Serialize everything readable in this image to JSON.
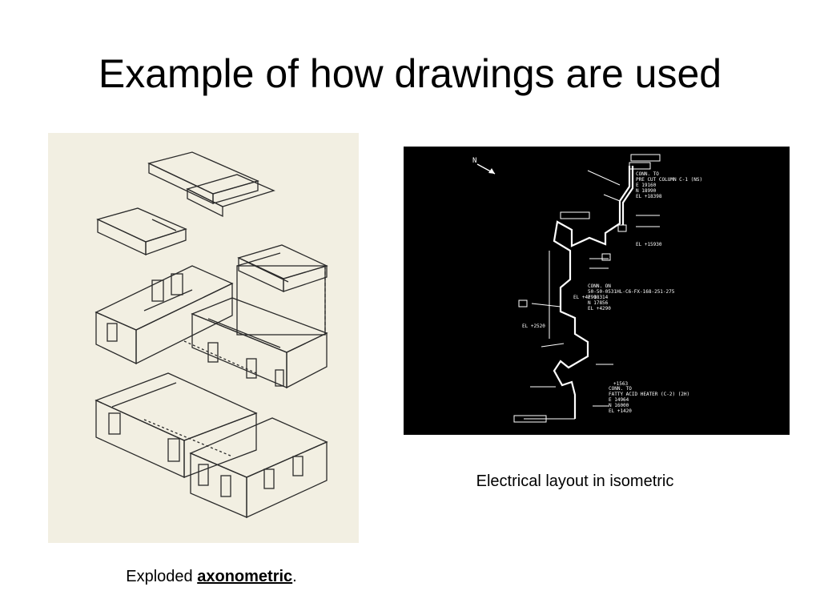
{
  "slide": {
    "title": "Example of how drawings are used"
  },
  "figures": {
    "left": {
      "caption_prefix": "Exploded ",
      "caption_emphasis": "axonometric",
      "caption_suffix": "."
    },
    "right": {
      "caption": "Electrical layout in isometric",
      "north_label": "N",
      "callouts": {
        "conn_top": [
          "CONN. TO",
          "PRE CUT COLUMN C-1 (NS)",
          "E 19160",
          "N 18990",
          "EL +18398"
        ],
        "conn_mid": [
          "CONN. ON",
          "50-50-0531HL-C6-FX-168-251-275",
          "E 18314",
          "N 17856",
          "EL +4290"
        ],
        "conn_bottom": [
          "CONN. TO",
          "FATTY ACID HEATER (C-2) (2H)",
          "E 14964",
          "N 16000",
          "EL +1420"
        ],
        "el_labels": [
          "EL +15930",
          "EL +4290",
          "EL +2520",
          "+1563"
        ]
      }
    }
  }
}
